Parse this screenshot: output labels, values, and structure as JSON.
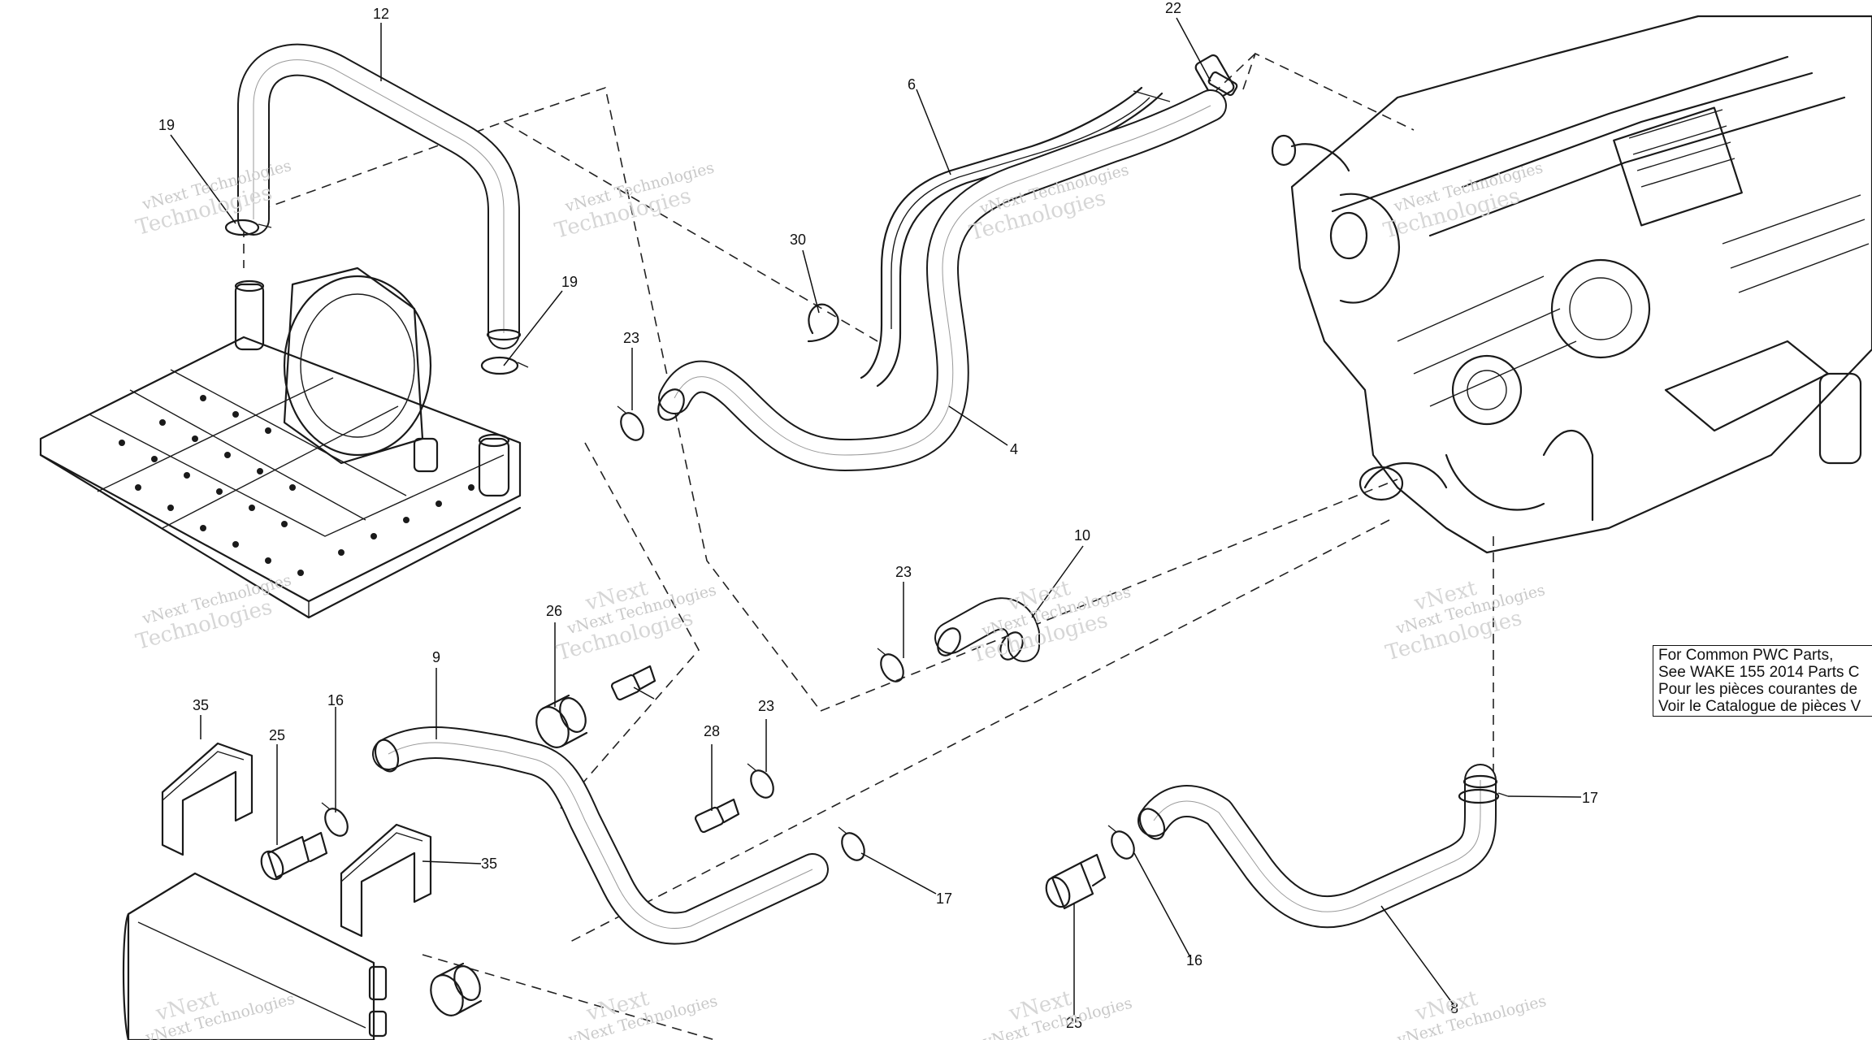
{
  "callouts": {
    "c12": "12",
    "c22": "22",
    "c6": "6",
    "c19a": "19",
    "c19b": "19",
    "c30": "30",
    "c23a": "23",
    "c4": "4",
    "c10": "10",
    "c23b": "23",
    "c26": "26",
    "c9": "9",
    "c35a": "35",
    "c25a": "25",
    "c16a": "16",
    "c23c": "23",
    "c28": "28",
    "c17a": "17",
    "c17b": "17",
    "c35b": "35",
    "c25b": "25",
    "c16b": "16",
    "c8": "8"
  },
  "note": {
    "line1": "For Common PWC Parts,",
    "line2": "See WAKE 155 2014 Parts C",
    "line3": "Pour les pièces courantes de",
    "line4": "Voir le Catalogue de pièces V"
  },
  "watermark": {
    "line1": "vNext Technologies",
    "line2": "Technologies",
    "line3": "vNext"
  }
}
